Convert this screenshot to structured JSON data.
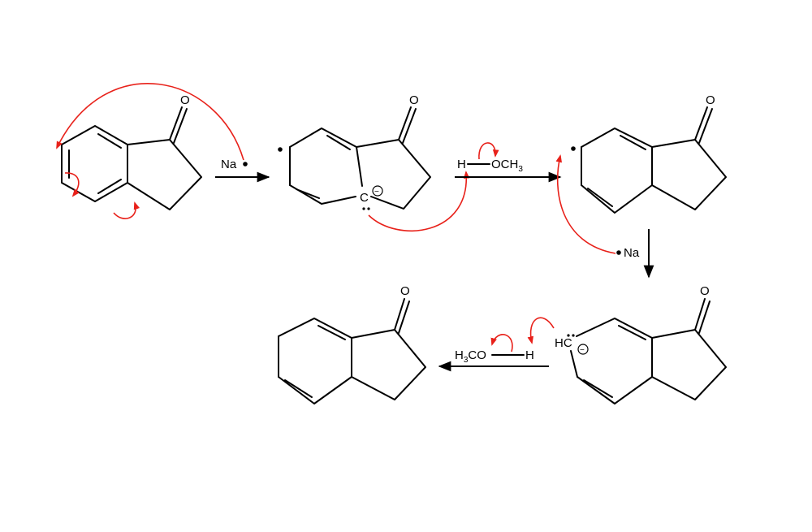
{
  "labels": {
    "oxygen": "O",
    "carbanion": "C",
    "hc": "HC",
    "minus": "−",
    "na": "Na",
    "h": "H",
    "och3": "OCH",
    "och3_sub": "3",
    "h3co_h": "H",
    "h3co_sub": "3",
    "h3co_co": "CO"
  },
  "colors": {
    "ink": "#000000",
    "curly_arrow": "#e8211a"
  }
}
